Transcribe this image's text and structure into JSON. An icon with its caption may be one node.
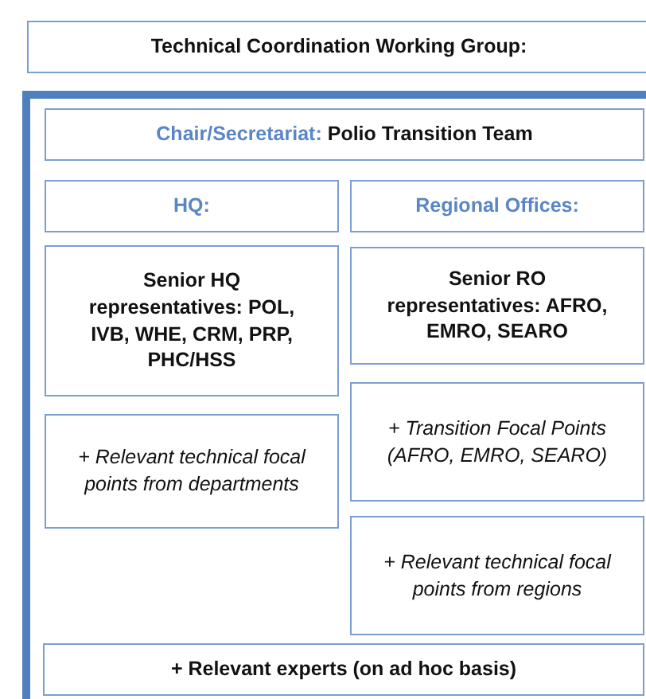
{
  "diagram": {
    "nodes": [
      {
        "text": [
          "Technical Coordination Working Group:"
        ]
      },
      {
        "text": [],
        "shape": "box"
      },
      {
        "text": [
          "Chair/Secretariat:",
          "Polio Transition Team"
        ],
        "in": 1
      },
      {
        "text": [
          "HQ:"
        ],
        "in": 1
      },
      {
        "text": [
          "Regional Offices:"
        ],
        "in": 1
      },
      {
        "text": [
          "Senior HQ representatives: POL, IVB, WHE, CRM, PRP, PHC/HSS"
        ],
        "in": 1
      },
      {
        "text": [
          "Senior RO representatives: AFRO, EMRO, SEARO"
        ],
        "in": 1
      },
      {
        "text": [
          "+ Transition Focal Points (AFRO, EMRO, SEARO)"
        ],
        "in": 1
      },
      {
        "text": [
          "+ Relevant technical focal points from departments"
        ],
        "in": 1
      },
      {
        "text": [
          "+ Relevant technical focal points from regions"
        ],
        "in": 1
      },
      {
        "text": [
          "+ Relevant experts (on ad hoc basis)"
        ],
        "in": 1
      }
    ]
  }
}
